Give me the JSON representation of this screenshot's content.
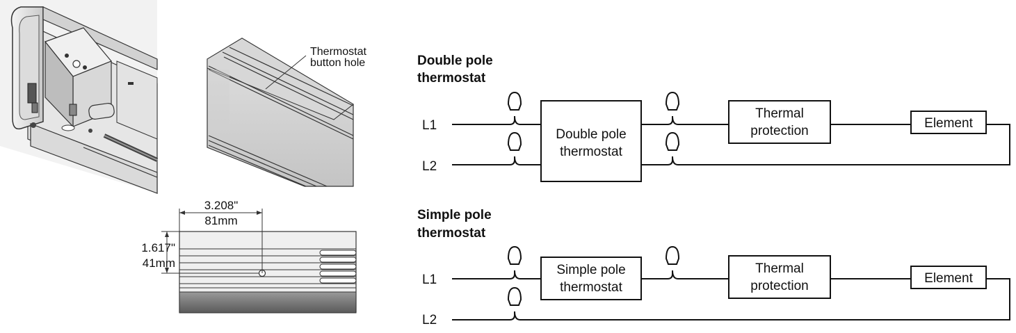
{
  "illustrations": {
    "callout_line1": "Thermostat",
    "callout_line2": "button hole",
    "dim_horizontal_in": "3.208\"",
    "dim_horizontal_mm": "81mm",
    "dim_vertical_in": "1.617\"",
    "dim_vertical_mm": "41mm"
  },
  "double_pole": {
    "heading_line1": "Double pole",
    "heading_line2": "thermostat",
    "l1": "L1",
    "l2": "L2",
    "thermostat_line1": "Double pole",
    "thermostat_line2": "thermostat",
    "protection_line1": "Thermal",
    "protection_line2": "protection",
    "element": "Element"
  },
  "simple_pole": {
    "heading_line1": "Simple pole",
    "heading_line2": "thermostat",
    "l1": "L1",
    "l2": "L2",
    "thermostat_line1": "Simple pole",
    "thermostat_line2": "thermostat",
    "protection_line1": "Thermal",
    "protection_line2": "protection",
    "element": "Element"
  }
}
